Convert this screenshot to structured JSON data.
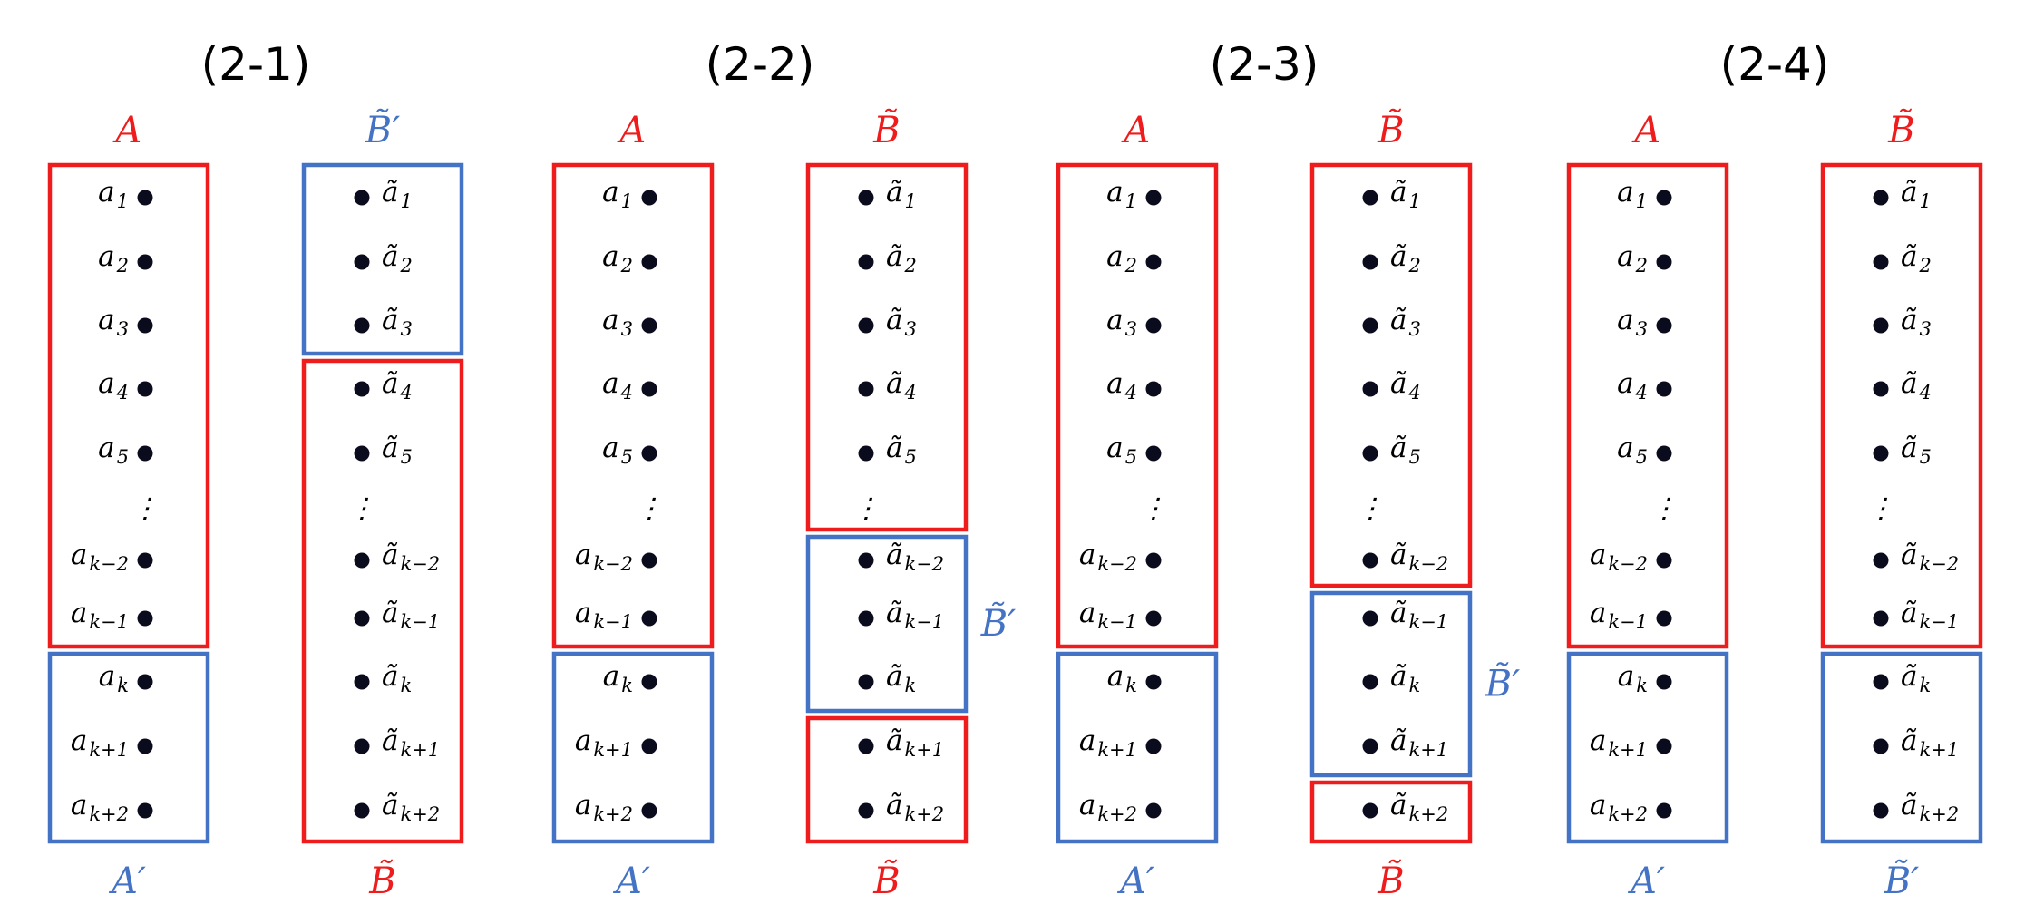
{
  "colors": {
    "red": "#ee1c1c",
    "blue": "#4472c4",
    "dot": "#0b0b1e",
    "text": "#000000"
  },
  "panels": [
    {
      "title": "(2-1)",
      "left": {
        "top_label": {
          "text": "A",
          "color": "red"
        },
        "bottom_label": {
          "text": "A′",
          "color": "blue"
        },
        "items": [
          {
            "base": "a",
            "sub": "1"
          },
          {
            "base": "a",
            "sub": "2"
          },
          {
            "base": "a",
            "sub": "3"
          },
          {
            "base": "a",
            "sub": "4"
          },
          {
            "base": "a",
            "sub": "5"
          },
          {
            "vdots": true
          },
          {
            "base": "a",
            "sub": "k−2"
          },
          {
            "base": "a",
            "sub": "k−1"
          },
          {
            "base": "a",
            "sub": "k"
          },
          {
            "base": "a",
            "sub": "k+1"
          },
          {
            "base": "a",
            "sub": "k+2"
          }
        ],
        "boxes": [
          {
            "from": 0,
            "to": 7,
            "color": "red"
          },
          {
            "from": 8,
            "to": 10,
            "color": "blue"
          }
        ]
      },
      "right": {
        "top_label": {
          "text": "B̃′",
          "color": "blue"
        },
        "bottom_label": {
          "text": "B̃",
          "color": "red"
        },
        "items": [
          {
            "base": "ã",
            "sub": "1"
          },
          {
            "base": "ã",
            "sub": "2"
          },
          {
            "base": "ã",
            "sub": "3"
          },
          {
            "base": "ã",
            "sub": "4"
          },
          {
            "base": "ã",
            "sub": "5"
          },
          {
            "vdots": true
          },
          {
            "base": "ã",
            "sub": "k−2"
          },
          {
            "base": "ã",
            "sub": "k−1"
          },
          {
            "base": "ã",
            "sub": "k"
          },
          {
            "base": "ã",
            "sub": "k+1"
          },
          {
            "base": "ã",
            "sub": "k+2"
          }
        ],
        "boxes": [
          {
            "from": 0,
            "to": 2,
            "color": "blue"
          },
          {
            "from": 3,
            "to": 10,
            "color": "red"
          }
        ],
        "side_label": null
      }
    },
    {
      "title": "(2-2)",
      "left": {
        "top_label": {
          "text": "A",
          "color": "red"
        },
        "bottom_label": {
          "text": "A′",
          "color": "blue"
        },
        "items": [
          {
            "base": "a",
            "sub": "1"
          },
          {
            "base": "a",
            "sub": "2"
          },
          {
            "base": "a",
            "sub": "3"
          },
          {
            "base": "a",
            "sub": "4"
          },
          {
            "base": "a",
            "sub": "5"
          },
          {
            "vdots": true
          },
          {
            "base": "a",
            "sub": "k−2"
          },
          {
            "base": "a",
            "sub": "k−1"
          },
          {
            "base": "a",
            "sub": "k"
          },
          {
            "base": "a",
            "sub": "k+1"
          },
          {
            "base": "a",
            "sub": "k+2"
          }
        ],
        "boxes": [
          {
            "from": 0,
            "to": 7,
            "color": "red"
          },
          {
            "from": 8,
            "to": 10,
            "color": "blue"
          }
        ]
      },
      "right": {
        "top_label": {
          "text": "B̃",
          "color": "red"
        },
        "bottom_label": {
          "text": "B̃",
          "color": "red"
        },
        "items": [
          {
            "base": "ã",
            "sub": "1"
          },
          {
            "base": "ã",
            "sub": "2"
          },
          {
            "base": "ã",
            "sub": "3"
          },
          {
            "base": "ã",
            "sub": "4"
          },
          {
            "base": "ã",
            "sub": "5"
          },
          {
            "vdots": true
          },
          {
            "base": "ã",
            "sub": "k−2"
          },
          {
            "base": "ã",
            "sub": "k−1"
          },
          {
            "base": "ã",
            "sub": "k"
          },
          {
            "base": "ã",
            "sub": "k+1"
          },
          {
            "base": "ã",
            "sub": "k+2"
          }
        ],
        "boxes": [
          {
            "from": 0,
            "to": 5,
            "color": "red"
          },
          {
            "from": 6,
            "to": 8,
            "color": "blue"
          },
          {
            "from": 9,
            "to": 10,
            "color": "red"
          }
        ],
        "side_label": {
          "text": "B̃′",
          "color": "blue",
          "box": 1
        }
      }
    },
    {
      "title": "(2-3)",
      "left": {
        "top_label": {
          "text": "A",
          "color": "red"
        },
        "bottom_label": {
          "text": "A′",
          "color": "blue"
        },
        "items": [
          {
            "base": "a",
            "sub": "1"
          },
          {
            "base": "a",
            "sub": "2"
          },
          {
            "base": "a",
            "sub": "3"
          },
          {
            "base": "a",
            "sub": "4"
          },
          {
            "base": "a",
            "sub": "5"
          },
          {
            "vdots": true
          },
          {
            "base": "a",
            "sub": "k−2"
          },
          {
            "base": "a",
            "sub": "k−1"
          },
          {
            "base": "a",
            "sub": "k"
          },
          {
            "base": "a",
            "sub": "k+1"
          },
          {
            "base": "a",
            "sub": "k+2"
          }
        ],
        "boxes": [
          {
            "from": 0,
            "to": 7,
            "color": "red"
          },
          {
            "from": 8,
            "to": 10,
            "color": "blue"
          }
        ]
      },
      "right": {
        "top_label": {
          "text": "B̃",
          "color": "red"
        },
        "bottom_label": {
          "text": "B̃",
          "color": "red"
        },
        "items": [
          {
            "base": "ã",
            "sub": "1"
          },
          {
            "base": "ã",
            "sub": "2"
          },
          {
            "base": "ã",
            "sub": "3"
          },
          {
            "base": "ã",
            "sub": "4"
          },
          {
            "base": "ã",
            "sub": "5"
          },
          {
            "vdots": true
          },
          {
            "base": "ã",
            "sub": "k−2"
          },
          {
            "base": "ã",
            "sub": "k−1"
          },
          {
            "base": "ã",
            "sub": "k"
          },
          {
            "base": "ã",
            "sub": "k+1"
          },
          {
            "base": "ã",
            "sub": "k+2"
          }
        ],
        "boxes": [
          {
            "from": 0,
            "to": 6,
            "color": "red"
          },
          {
            "from": 7,
            "to": 9,
            "color": "blue"
          },
          {
            "from": 10,
            "to": 10,
            "color": "red"
          }
        ],
        "side_label": {
          "text": "B̃′",
          "color": "blue",
          "box": 1
        }
      }
    },
    {
      "title": "(2-4)",
      "left": {
        "top_label": {
          "text": "A",
          "color": "red"
        },
        "bottom_label": {
          "text": "A′",
          "color": "blue"
        },
        "items": [
          {
            "base": "a",
            "sub": "1"
          },
          {
            "base": "a",
            "sub": "2"
          },
          {
            "base": "a",
            "sub": "3"
          },
          {
            "base": "a",
            "sub": "4"
          },
          {
            "base": "a",
            "sub": "5"
          },
          {
            "vdots": true
          },
          {
            "base": "a",
            "sub": "k−2"
          },
          {
            "base": "a",
            "sub": "k−1"
          },
          {
            "base": "a",
            "sub": "k"
          },
          {
            "base": "a",
            "sub": "k+1"
          },
          {
            "base": "a",
            "sub": "k+2"
          }
        ],
        "boxes": [
          {
            "from": 0,
            "to": 7,
            "color": "red"
          },
          {
            "from": 8,
            "to": 10,
            "color": "blue"
          }
        ]
      },
      "right": {
        "top_label": {
          "text": "B̃",
          "color": "red"
        },
        "bottom_label": {
          "text": "B̃′",
          "color": "blue"
        },
        "items": [
          {
            "base": "ã",
            "sub": "1"
          },
          {
            "base": "ã",
            "sub": "2"
          },
          {
            "base": "ã",
            "sub": "3"
          },
          {
            "base": "ã",
            "sub": "4"
          },
          {
            "base": "ã",
            "sub": "5"
          },
          {
            "vdots": true
          },
          {
            "base": "ã",
            "sub": "k−2"
          },
          {
            "base": "ã",
            "sub": "k−1"
          },
          {
            "base": "ã",
            "sub": "k"
          },
          {
            "base": "ã",
            "sub": "k+1"
          },
          {
            "base": "ã",
            "sub": "k+2"
          }
        ],
        "boxes": [
          {
            "from": 0,
            "to": 7,
            "color": "red"
          },
          {
            "from": 8,
            "to": 10,
            "color": "blue"
          }
        ],
        "side_label": null
      }
    }
  ]
}
